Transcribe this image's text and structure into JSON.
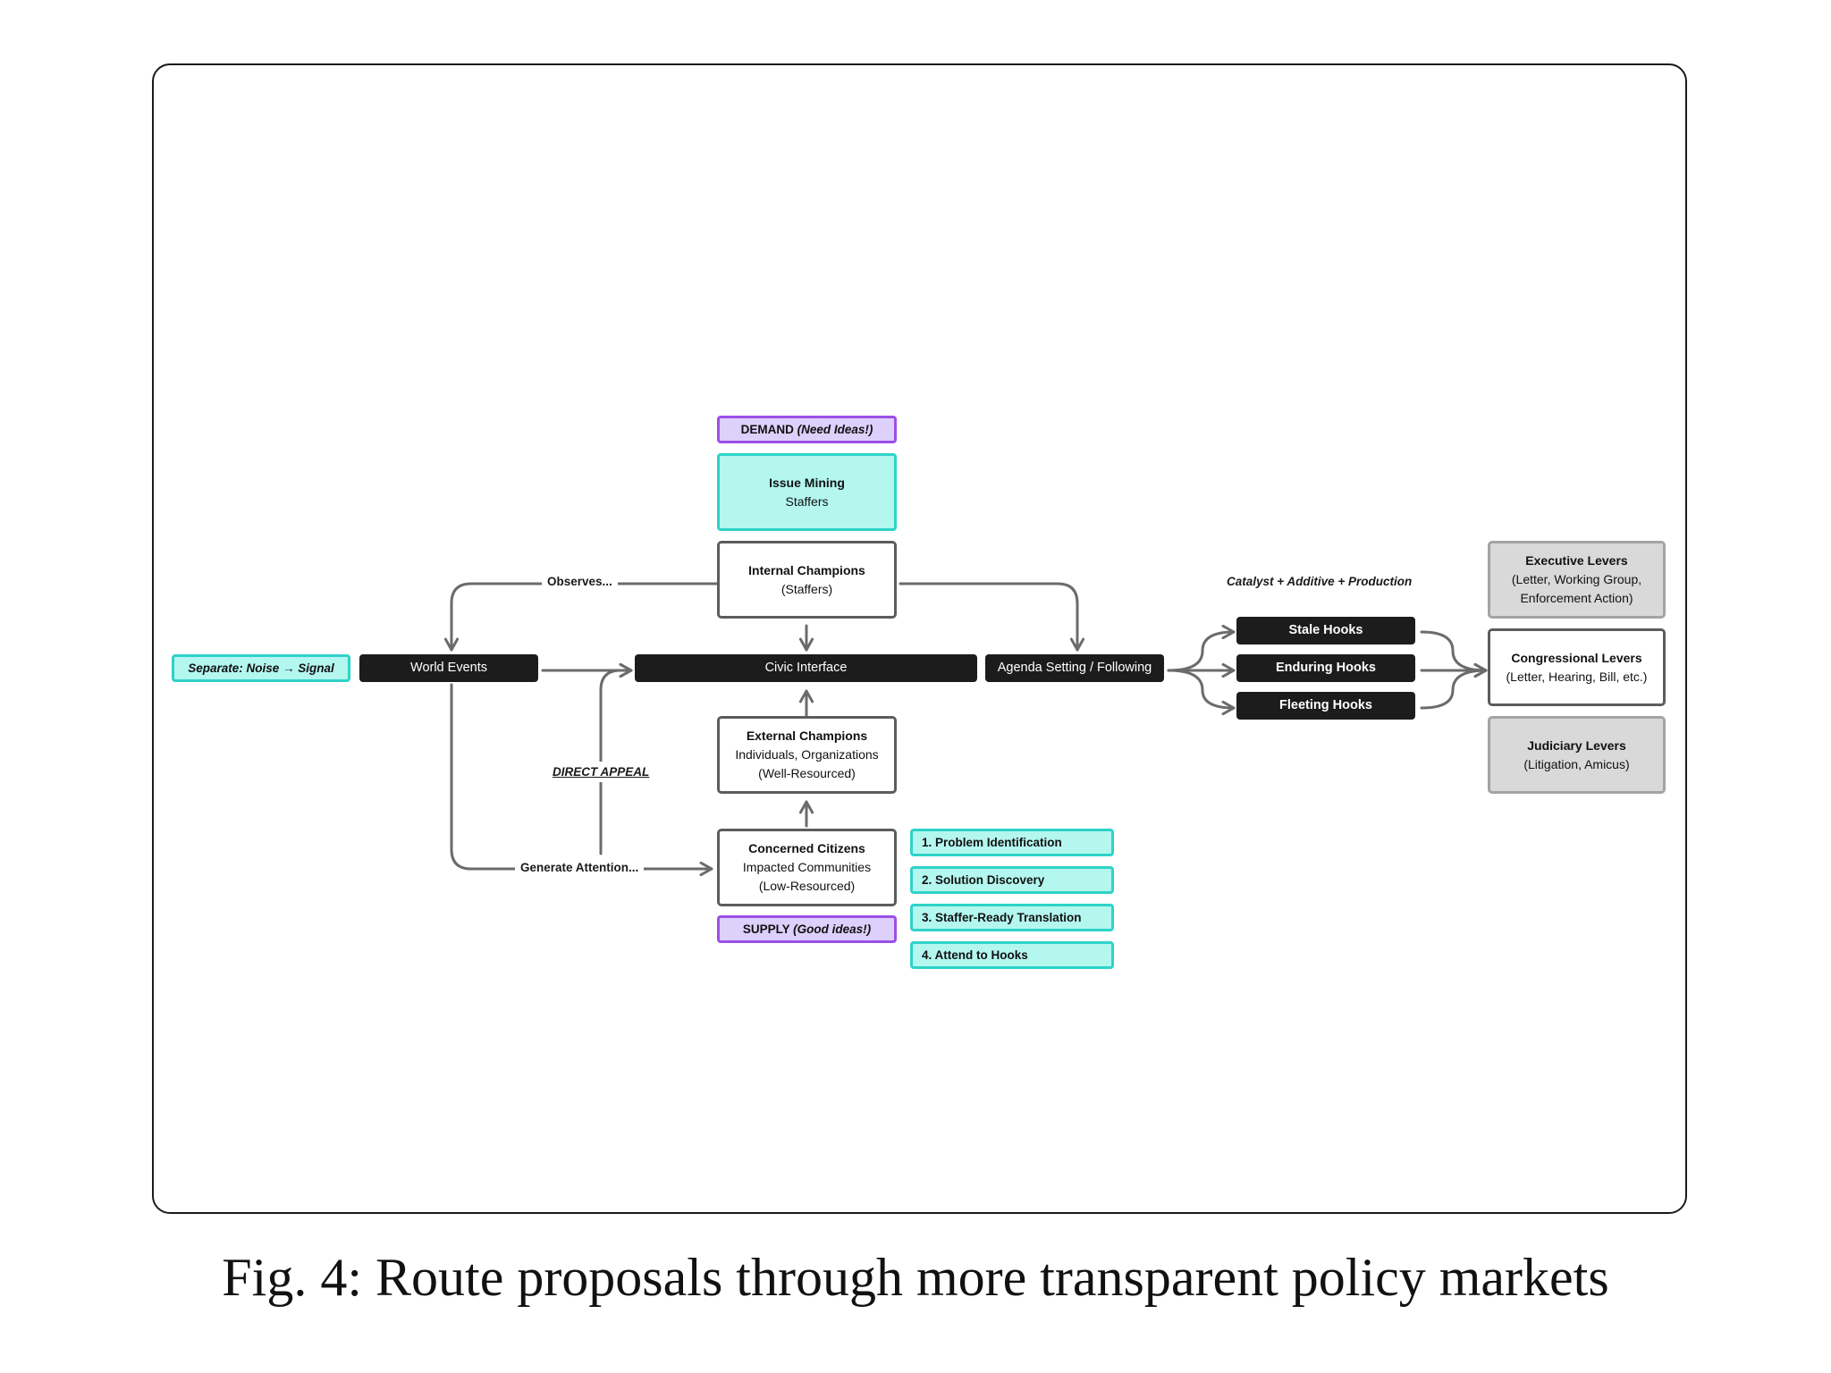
{
  "caption": "Fig. 4: Route proposals through more transparent policy markets",
  "colors": {
    "dark_node": "#1c1c1c",
    "teal_fill": "#b3f7ef",
    "teal_border": "#2ed3c8",
    "purple_fill": "#ddd0fb",
    "purple_border": "#9c4fe8",
    "grey_fill": "#d9d9d9",
    "grey_border": "#a3a3a3",
    "edge": "#6b6b6b"
  },
  "nodes": {
    "demand": {
      "label": "DEMAND",
      "qualifier": "(Need Ideas!)"
    },
    "issue_mining": {
      "title": "Issue Mining",
      "subtitle": "Staffers"
    },
    "internal_champions": {
      "title": "Internal Champions",
      "subtitle": "(Staffers)"
    },
    "separate": "Separate: Noise → Signal",
    "world_events": "World Events",
    "civic_interface": "Civic Interface",
    "agenda_setting": "Agenda Setting / Following",
    "external_champions": {
      "title": "External Champions",
      "line2": "Individuals, Organizations",
      "line3": "(Well-Resourced)"
    },
    "concerned_citizens": {
      "title": "Concerned Citizens",
      "line2": "Impacted Communities",
      "line3": "(Low-Resourced)"
    },
    "supply": {
      "label": "SUPPLY",
      "qualifier": "(Good ideas!)"
    },
    "steps": [
      "1. Problem Identification",
      "2. Solution Discovery",
      "3. Staffer-Ready Translation",
      "4. Attend to Hooks"
    ],
    "hooks": [
      "Stale Hooks",
      "Enduring Hooks",
      "Fleeting Hooks"
    ],
    "hooks_header": "Catalyst + Additive + Production",
    "levers": {
      "executive": {
        "title": "Executive Levers",
        "line2": "(Letter, Working Group,",
        "line3": "Enforcement Action)"
      },
      "congressional": {
        "title": "Congressional Levers",
        "line2": "(Letter, Hearing, Bill, etc.)"
      },
      "judiciary": {
        "title": "Judiciary Levers",
        "line2": "(Litigation, Amicus)"
      }
    }
  },
  "edge_labels": {
    "observes": "Observes...",
    "direct_appeal": "DIRECT APPEAL",
    "generate_attention": "Generate Attention..."
  }
}
